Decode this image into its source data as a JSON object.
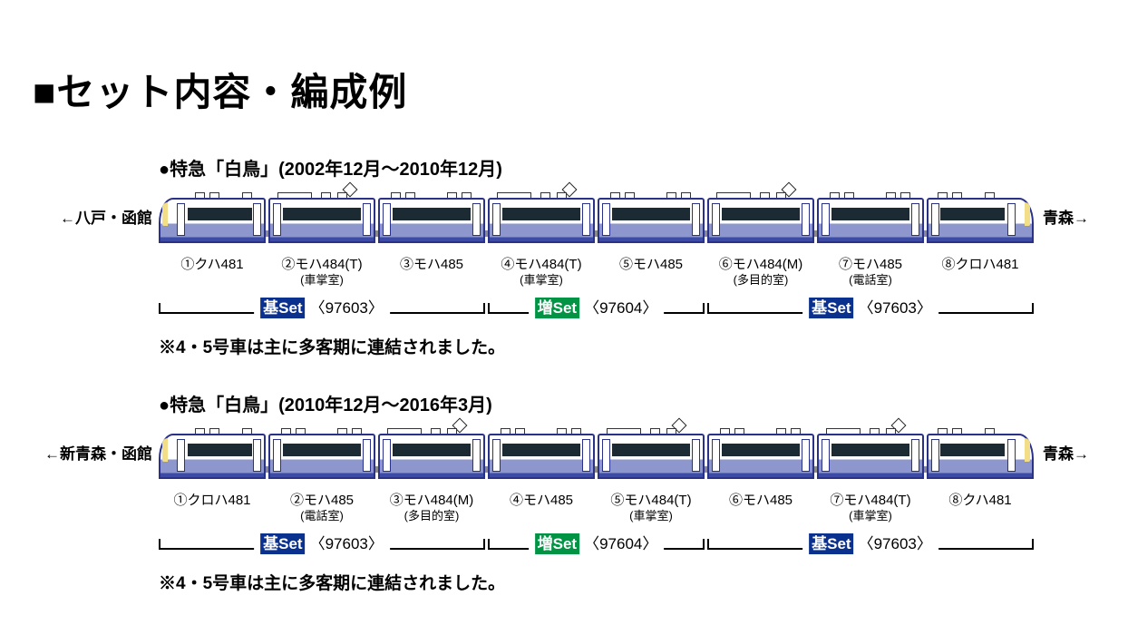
{
  "title": "■セット内容・編成例",
  "colors": {
    "band": "#8d97ce",
    "band_dark": "#3c4ba5",
    "window": "#1c2b33",
    "outline": "#2a3189",
    "badge_base": "#0b318f",
    "badge_add": "#009444",
    "nose": "#f2dd88",
    "bracket": "#000000"
  },
  "formations": [
    {
      "header": "●特急「白鳥」(2002年12月～2010年12月)",
      "left_label": "←八戸・函館",
      "right_label": "青森→",
      "note": "※4・5号車は主に多客期に連結されました。",
      "cars": [
        {
          "label": "①クハ481",
          "sub": "",
          "cab": "left",
          "pantograph": false
        },
        {
          "label": "②モハ484(T)",
          "sub": "(車掌室)",
          "cab": "",
          "pantograph": true
        },
        {
          "label": "③モハ485",
          "sub": "",
          "cab": "",
          "pantograph": false
        },
        {
          "label": "④モハ484(T)",
          "sub": "(車掌室)",
          "cab": "",
          "pantograph": true
        },
        {
          "label": "⑤モハ485",
          "sub": "",
          "cab": "",
          "pantograph": false
        },
        {
          "label": "⑥モハ484(M)",
          "sub": "(多目的室)",
          "cab": "",
          "pantograph": true
        },
        {
          "label": "⑦モハ485",
          "sub": "(電話室)",
          "cab": "",
          "pantograph": false
        },
        {
          "label": "⑧クロハ481",
          "sub": "",
          "cab": "right",
          "pantograph": false
        }
      ],
      "groups": [
        {
          "badge": "基Set",
          "badge_type": "base",
          "code": "〈97603〉",
          "start": 0,
          "span": 3
        },
        {
          "badge": "増Set",
          "badge_type": "add",
          "code": "〈97604〉",
          "start": 3,
          "span": 2
        },
        {
          "badge": "基Set",
          "badge_type": "base",
          "code": "〈97603〉",
          "start": 5,
          "span": 3
        }
      ]
    },
    {
      "header": "●特急「白鳥」(2010年12月～2016年3月)",
      "left_label": "←新青森・函館",
      "right_label": "青森→",
      "note": "※4・5号車は主に多客期に連結されました。",
      "cars": [
        {
          "label": "①クロハ481",
          "sub": "",
          "cab": "left",
          "pantograph": false
        },
        {
          "label": "②モハ485",
          "sub": "(電話室)",
          "cab": "",
          "pantograph": false
        },
        {
          "label": "③モハ484(M)",
          "sub": "(多目的室)",
          "cab": "",
          "pantograph": true
        },
        {
          "label": "④モハ485",
          "sub": "",
          "cab": "",
          "pantograph": false
        },
        {
          "label": "⑤モハ484(T)",
          "sub": "(車掌室)",
          "cab": "",
          "pantograph": true
        },
        {
          "label": "⑥モハ485",
          "sub": "",
          "cab": "",
          "pantograph": false
        },
        {
          "label": "⑦モハ484(T)",
          "sub": "(車掌室)",
          "cab": "",
          "pantograph": true
        },
        {
          "label": "⑧クハ481",
          "sub": "",
          "cab": "right",
          "pantograph": false
        }
      ],
      "groups": [
        {
          "badge": "基Set",
          "badge_type": "base",
          "code": "〈97603〉",
          "start": 0,
          "span": 3
        },
        {
          "badge": "増Set",
          "badge_type": "add",
          "code": "〈97604〉",
          "start": 3,
          "span": 2
        },
        {
          "badge": "基Set",
          "badge_type": "base",
          "code": "〈97603〉",
          "start": 5,
          "span": 3
        }
      ]
    }
  ]
}
